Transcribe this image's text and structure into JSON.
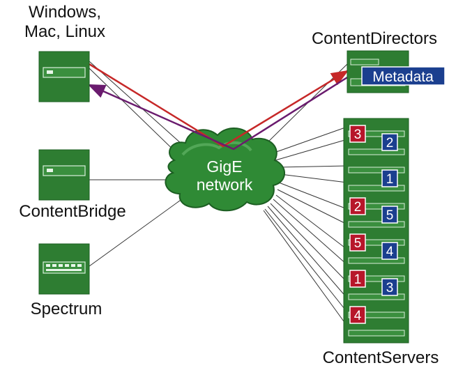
{
  "labels": {
    "windows_mac_linux": [
      "Windows,",
      "Mac, Linux"
    ],
    "content_bridge": "ContentBridge",
    "spectrum": "Spectrum",
    "content_directors": "ContentDirectors",
    "content_servers": "ContentServers"
  },
  "network": {
    "line1": "GigE",
    "line2": "network"
  },
  "metadata_label": "Metadata",
  "server_badges": [
    {
      "red": "3",
      "blue": "2"
    },
    {
      "red": "",
      "blue": "1"
    },
    {
      "red": "2",
      "blue": "5"
    },
    {
      "red": "5",
      "blue": "4"
    },
    {
      "red": "1",
      "blue": "3"
    },
    {
      "red": "4",
      "blue": ""
    }
  ],
  "colors": {
    "device_green": "#2e7d32",
    "red_badge": "#b7162a",
    "blue_badge": "#1b3f8f",
    "red_arrow": "#c62828",
    "purple_arrow": "#6a1b6e",
    "cloud": "#2f8a35"
  }
}
